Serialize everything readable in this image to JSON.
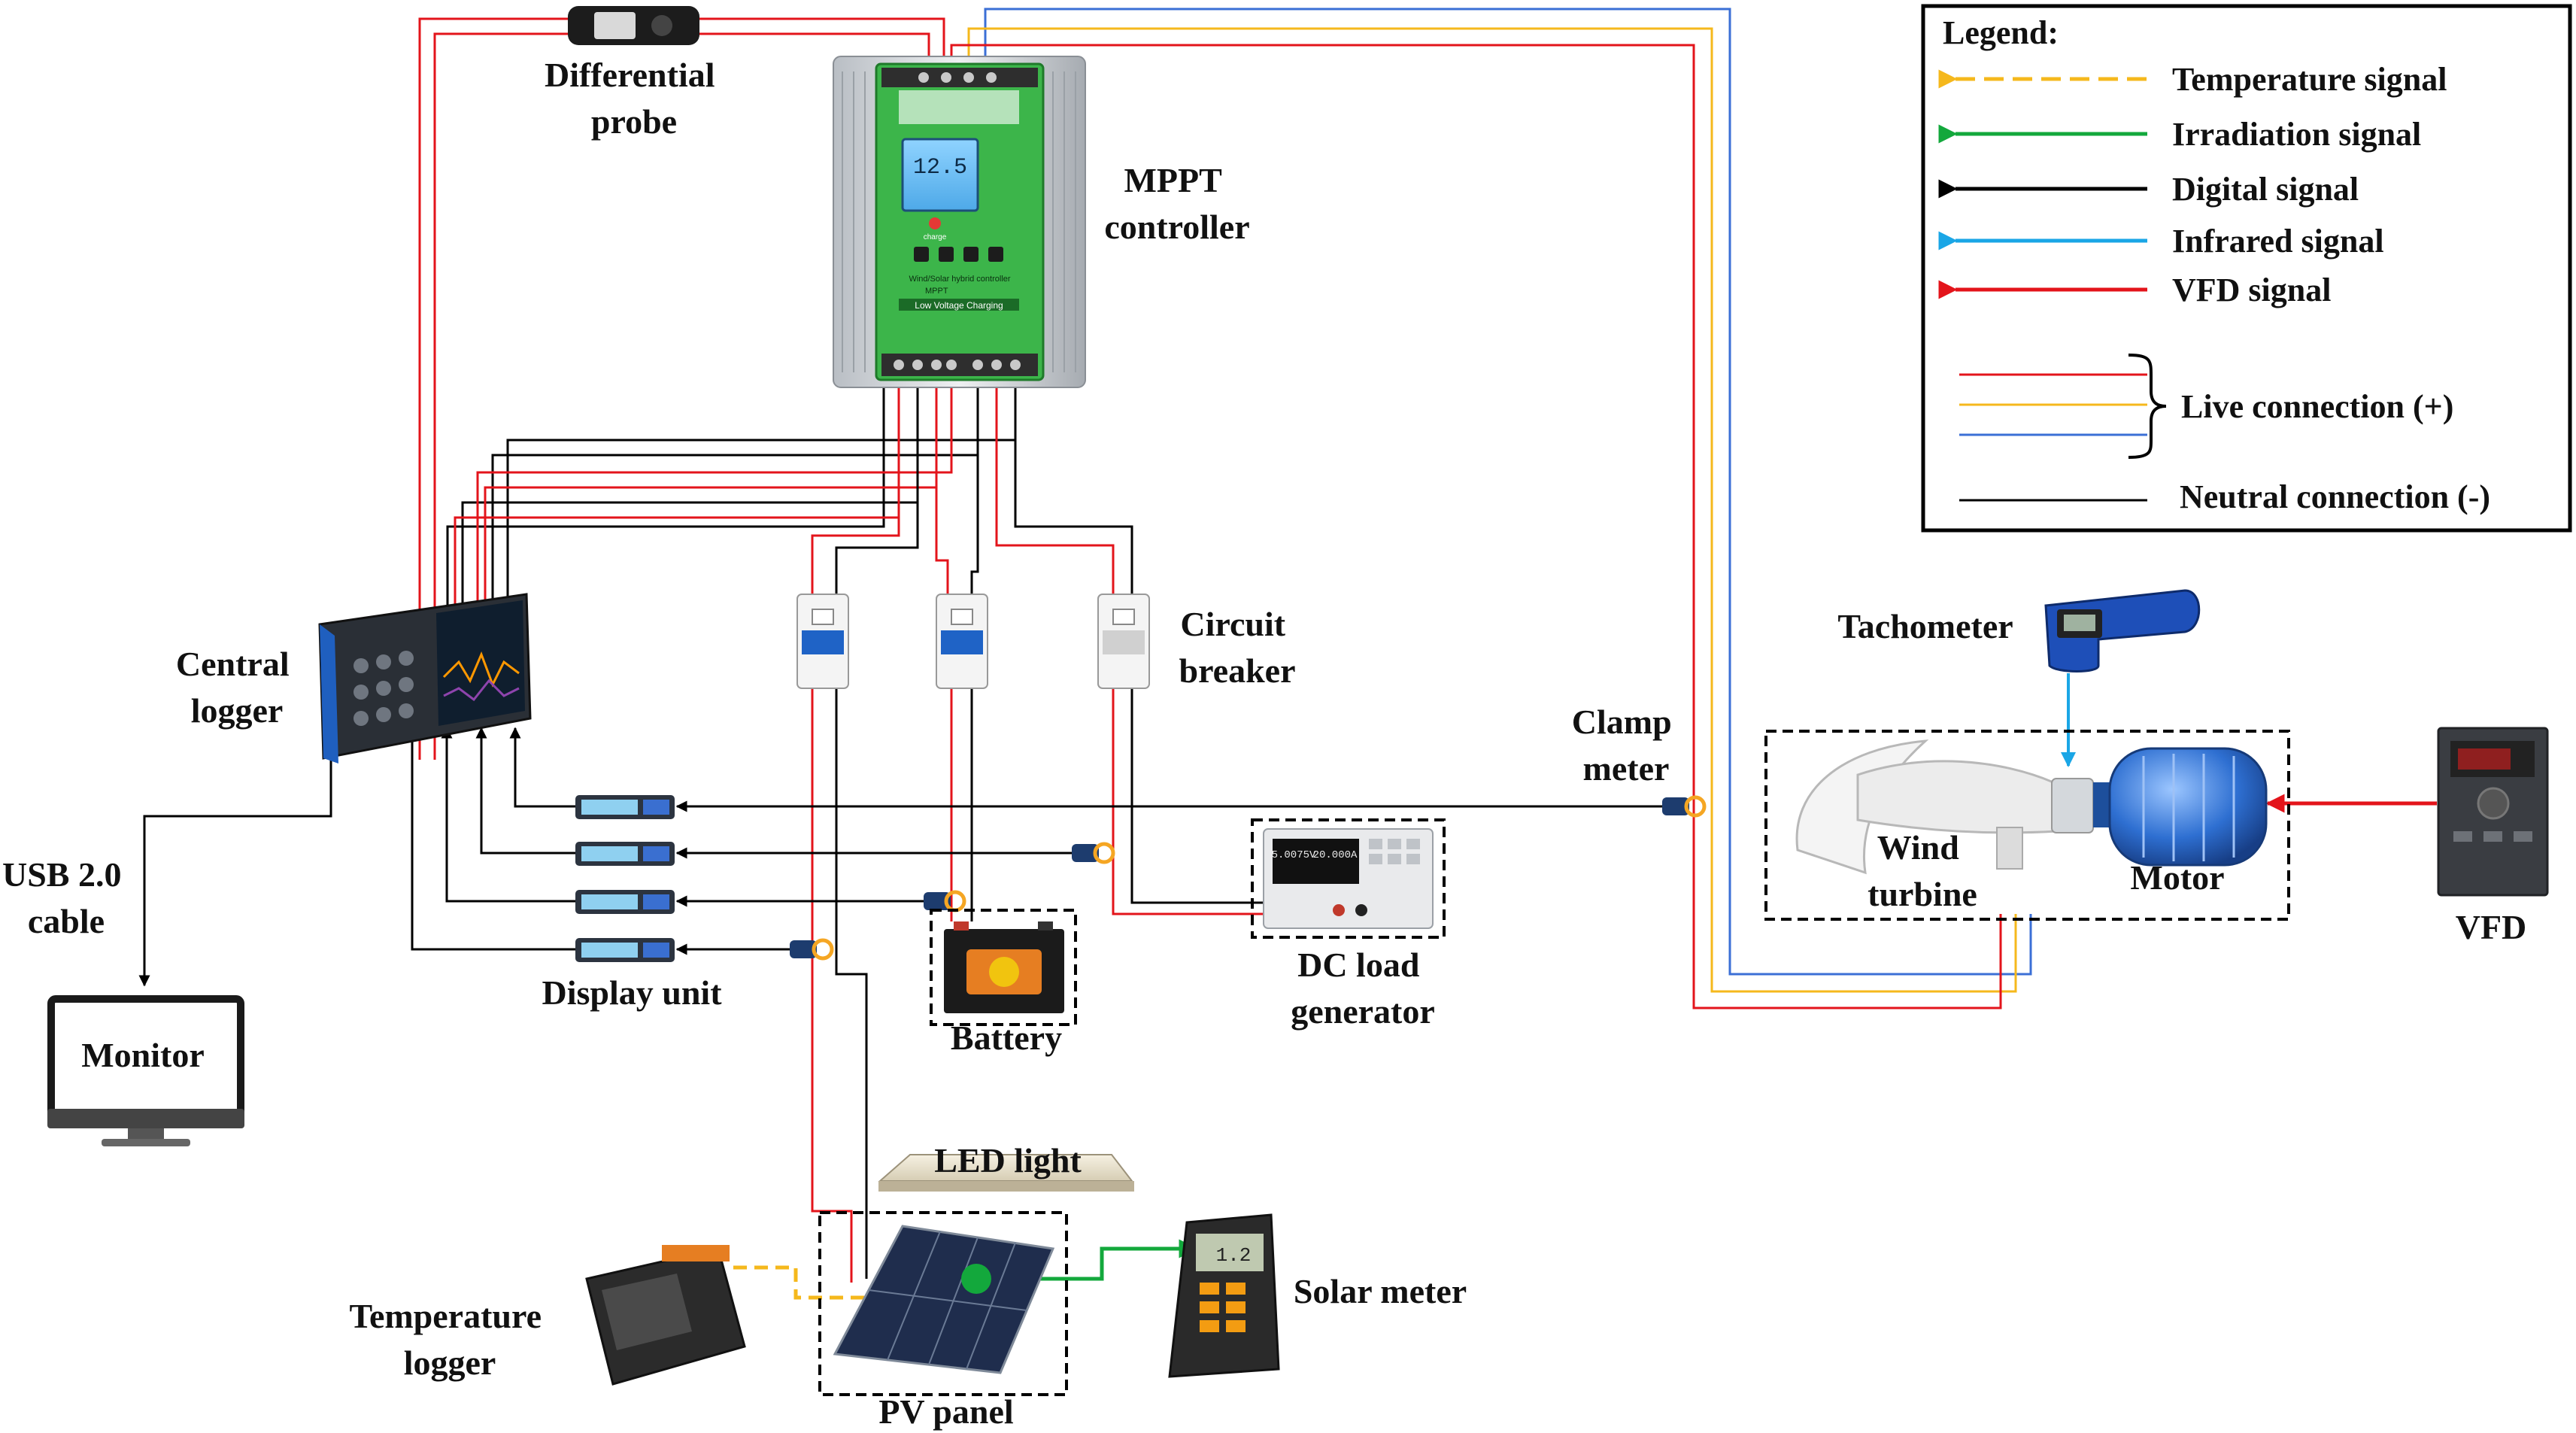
{
  "labels": {
    "differential_probe": [
      "Differential",
      "probe"
    ],
    "mppt_controller": [
      "MPPT",
      "controller"
    ],
    "central_logger": [
      "Central",
      "logger"
    ],
    "circuit_breaker": [
      "Circuit",
      "breaker"
    ],
    "clamp_meter": [
      "Clamp",
      "meter"
    ],
    "tachometer": "Tachometer",
    "wind_turbine": [
      "Wind",
      "turbine"
    ],
    "motor": "Motor",
    "vfd": "VFD",
    "usb_cable": [
      "USB 2.0",
      "cable"
    ],
    "monitor": "Monitor",
    "display_unit": "Display unit",
    "battery": "Battery",
    "dc_load_generator": [
      "DC load",
      "generator"
    ],
    "led_light": "LED light",
    "temperature_logger": [
      "Temperature",
      "logger"
    ],
    "pv_panel": "PV panel",
    "solar_meter": "Solar meter"
  },
  "controller_screen": {
    "reading": "12.5",
    "brand_line": "Wind/Solar hybrid controller",
    "mode_line": "MPPT",
    "status_line": "Low Voltage Charging",
    "indicator": "charge"
  },
  "dc_load_screen": [
    "5.0075V",
    "20.000A"
  ],
  "solar_meter_screen": "1.2",
  "legend": {
    "title": "Legend:",
    "signals": [
      {
        "label": "Temperature signal",
        "color": "#f5b81c",
        "style": "dashed"
      },
      {
        "label": "Irradiation signal",
        "color": "#13a83c",
        "style": "solid"
      },
      {
        "label": "Digital signal",
        "color": "#000000",
        "style": "solid"
      },
      {
        "label": "Infrared signal",
        "color": "#1aa6e6",
        "style": "solid"
      },
      {
        "label": "VFD signal",
        "color": "#e3141b",
        "style": "solid"
      }
    ],
    "live_connection": {
      "label": "Live connection (+)",
      "colors": [
        "#e3141b",
        "#f5b81c",
        "#3b6fd6"
      ]
    },
    "neutral_connection": {
      "label": "Neutral connection (-)",
      "color": "#000000"
    }
  },
  "colors": {
    "live_red": "#e3141b",
    "live_yellow": "#f5b81c",
    "live_blue": "#3b6fd6",
    "neutral": "#000000",
    "controller_green": "#3cb54a",
    "breaker_blue": "#1f63c6"
  }
}
